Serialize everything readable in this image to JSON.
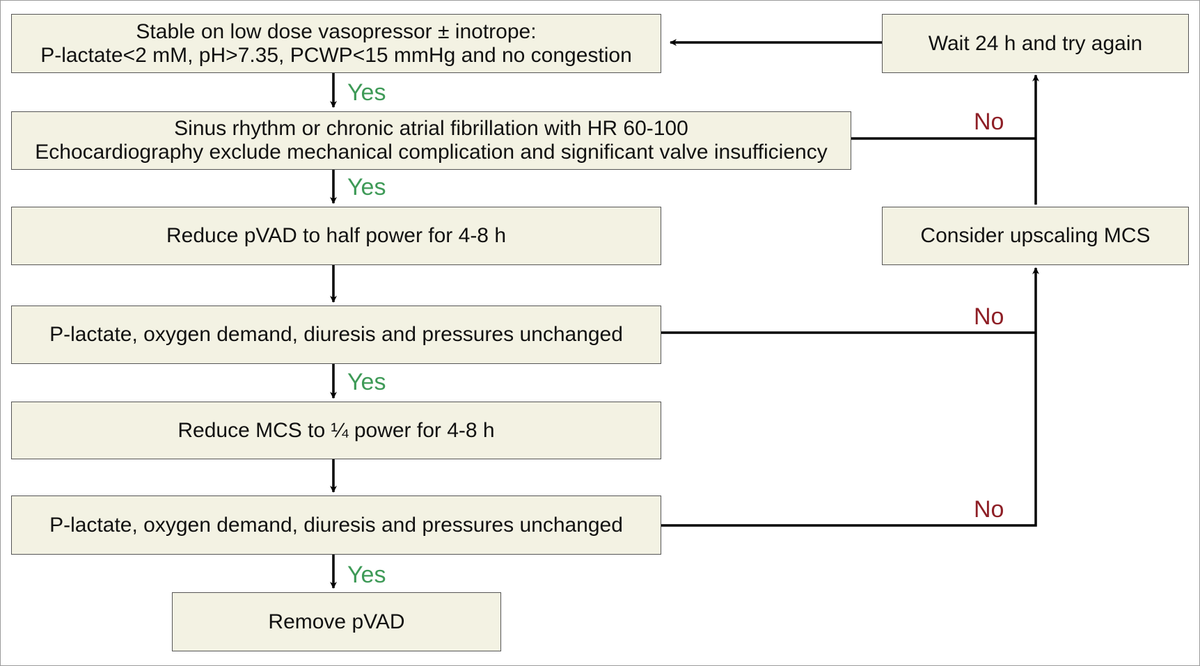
{
  "nodes": {
    "stable": {
      "line1": "Stable on low dose vasopressor ± inotrope:",
      "line2": "P-lactate<2 mM, pH>7.35, PCWP<15 mmHg and no congestion"
    },
    "rhythm": {
      "line1": "Sinus rhythm or chronic atrial fibrillation with HR 60-100",
      "line2": "Echocardiography exclude mechanical complication and significant valve insufficiency"
    },
    "half_power": "Reduce pVAD to half power for 4-8 h",
    "check1": "P-lactate, oxygen demand, diuresis and pressures unchanged",
    "quarter_power": "Reduce MCS to ¼ power for 4-8 h",
    "check2": "P-lactate, oxygen demand, diuresis and pressures unchanged",
    "remove": "Remove pVAD",
    "wait": "Wait 24 h and try again",
    "upscale": "Consider upscaling MCS"
  },
  "labels": {
    "yes": "Yes",
    "no": "No"
  },
  "colors": {
    "box_fill": "#f3f2e3",
    "yes": "#3e9a57",
    "no": "#8e1f26",
    "line": "#000000"
  }
}
